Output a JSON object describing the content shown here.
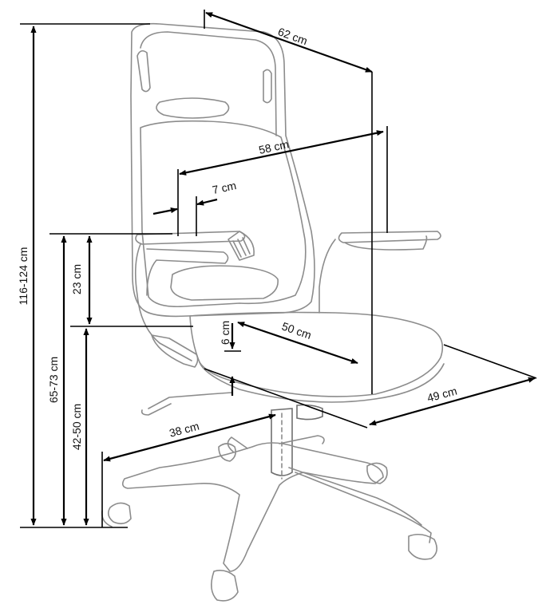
{
  "dimensions": {
    "total_height": "116-124 cm",
    "armrest_height": "65-73 cm",
    "seat_height": "42-50 cm",
    "armrest_above_seat": "23 cm",
    "backrest_depth": "62 cm",
    "overall_width": "58 cm",
    "armrest_width": "7 cm",
    "seat_depth": "50 cm",
    "seat_thickness": "6 cm",
    "seat_width": "49 cm",
    "base_radius": "38 cm"
  }
}
